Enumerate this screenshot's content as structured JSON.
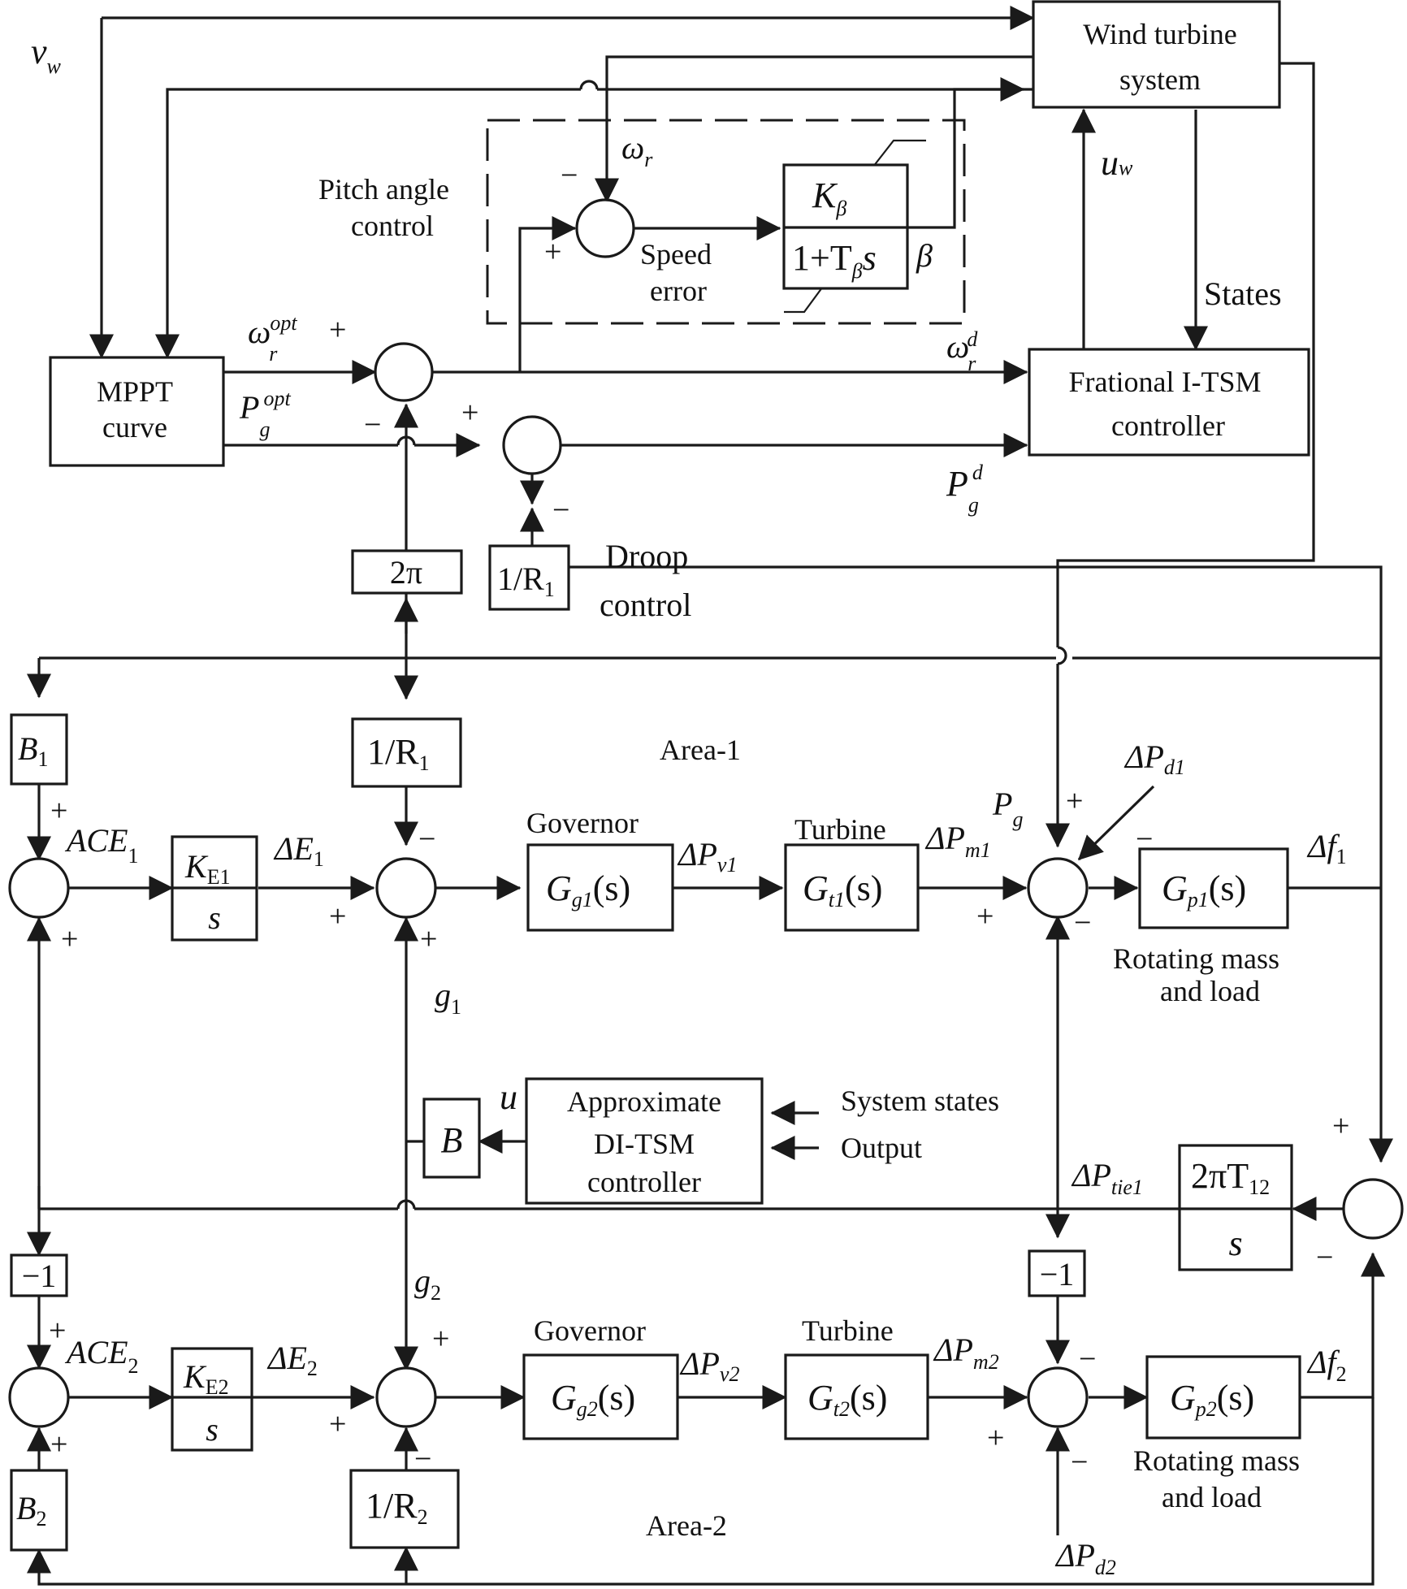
{
  "inputs": {
    "wind_speed": "v",
    "wind_speed_sub": "w"
  },
  "blocks": {
    "wind_turbine": [
      "Wind turbine",
      "system"
    ],
    "mppt": [
      "MPPT",
      "curve"
    ],
    "i_tsm": [
      "Frational I-TSM",
      "controller"
    ],
    "di_tsm": [
      "Approximate",
      "DI-TSM",
      "controller"
    ],
    "pitch_num": "K",
    "pitch_num_sub": "β",
    "pitch_den": "1+T",
    "pitch_den_sub": "β",
    "pitch_den_s": "s",
    "two_pi": "2π",
    "droop_gain": "1/R",
    "droop_gain_sub": "1",
    "r1": "1/R",
    "r1_sub": "1",
    "r2": "1/R",
    "r2_sub": "2",
    "b1": "B",
    "b1_sub": "1",
    "b2": "B",
    "b2_sub": "2",
    "b": "B",
    "minus_one": "−1",
    "ke1_num": "K",
    "ke1_sub": "E1",
    "ke2_num": "K",
    "ke2_sub": "E2",
    "s": "s",
    "gg1": "G",
    "gg1_sub": "g1",
    "gt1": "G",
    "gt1_sub": "t1",
    "gp1": "G",
    "gp1_sub": "p1",
    "gg2": "G",
    "gg2_sub": "g2",
    "gt2": "G",
    "gt2_sub": "t2",
    "gp2": "G",
    "gp2_sub": "p2",
    "of_s": "(s)",
    "tie_num": "2πT",
    "tie_sub": "12"
  },
  "labels": {
    "pitch_angle_control": [
      "Pitch angle",
      "control"
    ],
    "speed_error": [
      "Speed",
      "error"
    ],
    "droop_control": [
      "Droop",
      "control"
    ],
    "states": "States",
    "system_states": "System states",
    "output": "Output",
    "governor": "Governor",
    "turbine": "Turbine",
    "rotating_mass_load": [
      "Rotating mass",
      "and load"
    ],
    "area1": "Area-1",
    "area2": "Area-2"
  },
  "symbols": {
    "omega": "ω",
    "omega_r_sub": "r",
    "opt": "opt",
    "d": "d",
    "P": "P",
    "g": "g",
    "beta": "β",
    "u": "u",
    "u_w_sub": "w",
    "ace": "ACE",
    "one": "1",
    "two": "2",
    "delta_e": "ΔE",
    "delta_pv": "ΔP",
    "v1": "v1",
    "v2": "v2",
    "delta_pm": "ΔP",
    "m1": "m1",
    "m2": "m2",
    "delta_pd": "ΔP",
    "d1": "d1",
    "d2": "d2",
    "delta_f": "Δf",
    "delta_ptie": "ΔP",
    "tie1": "tie1",
    "plus": "+",
    "minus": "−"
  }
}
